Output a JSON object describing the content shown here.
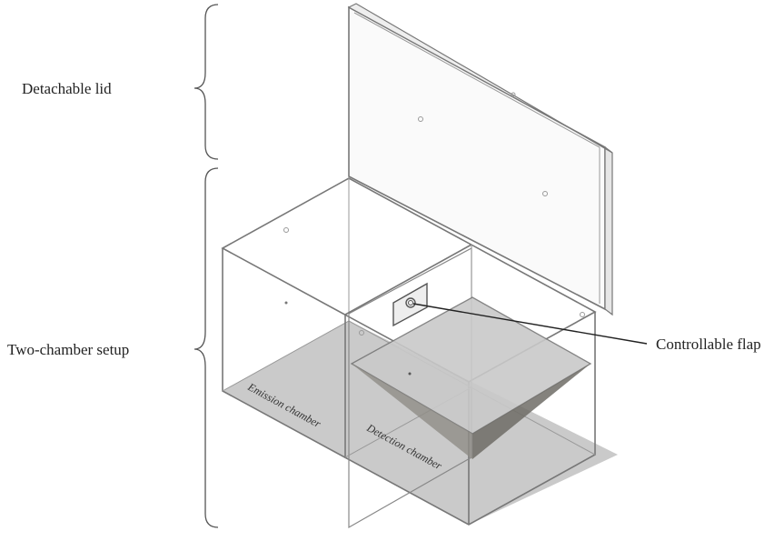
{
  "labels": {
    "lid": "Detachable lid",
    "setup": "Two-chamber setup",
    "flap": "Controllable flap",
    "emission": "Emission chamber",
    "detection": "Detection chamber"
  },
  "colors": {
    "floor": "#bdbdbd",
    "funnel": "#8f8c86",
    "edge": "#777777"
  }
}
